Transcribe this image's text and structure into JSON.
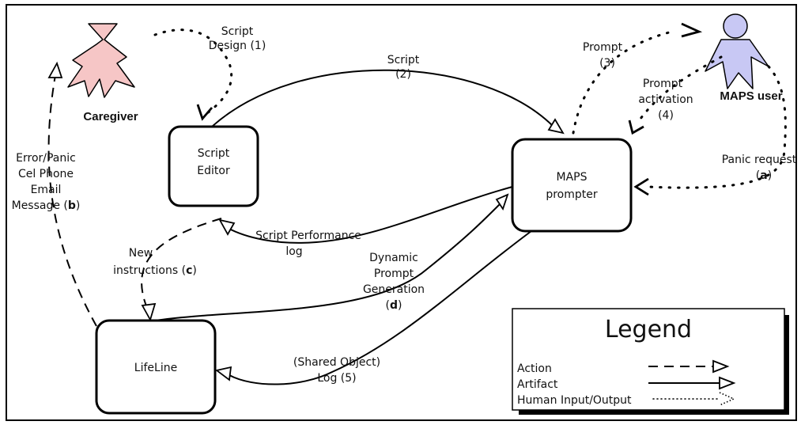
{
  "actors": {
    "caregiver": {
      "label": "Caregiver",
      "color": "#f6c6c6"
    },
    "maps_user": {
      "label": "MAPS user",
      "color": "#c8c8f4"
    }
  },
  "nodes": {
    "script_editor": {
      "line1": "Script",
      "line2": "Editor"
    },
    "maps_prompter": {
      "line1": "MAPS",
      "line2": "prompter"
    },
    "lifeline": {
      "line1": "LifeLine"
    }
  },
  "edges": {
    "script_design": {
      "line1": "Script",
      "line2": "Design (1)"
    },
    "script": {
      "line1": "Script",
      "line2": "(2)"
    },
    "prompt": {
      "line1": "Prompt",
      "line2": "(3)"
    },
    "prompt_activation": {
      "line1": "Prompt",
      "line2": "activation",
      "line3": "(4)"
    },
    "panic_request": {
      "line1": "Panic request",
      "line2_prefix": "(",
      "line2_bold": "a",
      "line2_suffix": ")"
    },
    "error_panic": {
      "line1": "Error/Panic",
      "line2": "Cel Phone",
      "line3": "Email",
      "line4_prefix": "Message (",
      "line4_bold": "b",
      "line4_suffix": ")"
    },
    "new_instructions": {
      "line1": "New",
      "line2_prefix": "instructions (",
      "line2_bold": "c",
      "line2_suffix": ")"
    },
    "script_performance": {
      "line1": "Script Performance",
      "line2": "log"
    },
    "dynamic_prompt": {
      "line1": "Dynamic",
      "line2": "Prompt",
      "line3": "Generation",
      "line4_prefix": "(",
      "line4_bold": "d",
      "line4_suffix": ")"
    },
    "shared_object": {
      "line1": "(Shared Object)",
      "line2": "Log (5)"
    }
  },
  "legend": {
    "title": "Legend",
    "items": [
      {
        "label": "Action",
        "style": "dashed"
      },
      {
        "label": "Artifact",
        "style": "solid"
      },
      {
        "label": "Human Input/Output",
        "style": "dotted"
      }
    ]
  }
}
